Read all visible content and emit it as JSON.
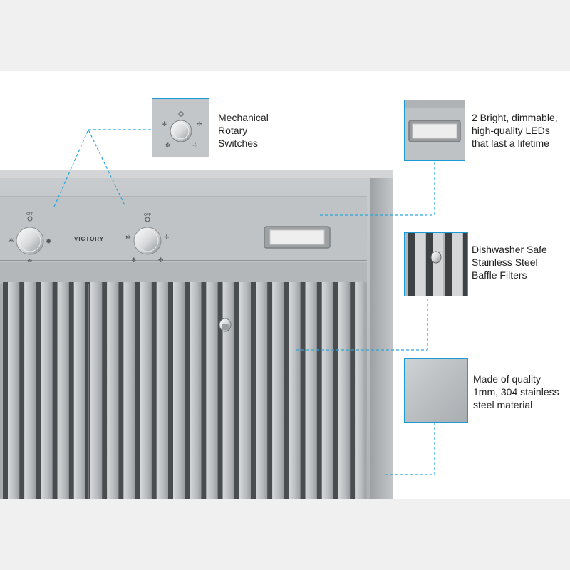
{
  "hood": {
    "brand": "VICTORY",
    "knob_label": "OFF"
  },
  "callouts": {
    "switches": {
      "lines": [
        "Mechanical",
        "Rotary",
        "Switches"
      ]
    },
    "leds": {
      "lines": [
        "2 Bright, dimmable,",
        "high-quality LEDs",
        "that last a lifetime"
      ]
    },
    "filters": {
      "lines": [
        "Dishwasher Safe",
        "Stainless Steel",
        "Baffle Filters"
      ]
    },
    "material": {
      "lines": [
        "Made of quality",
        "1mm, 304 stainless",
        "steel material"
      ]
    }
  },
  "colors": {
    "accent_line": "#2aa6dc",
    "steel": "#b9bcbf",
    "background": "#ffffff",
    "outer_band": "#f0f0f0"
  }
}
